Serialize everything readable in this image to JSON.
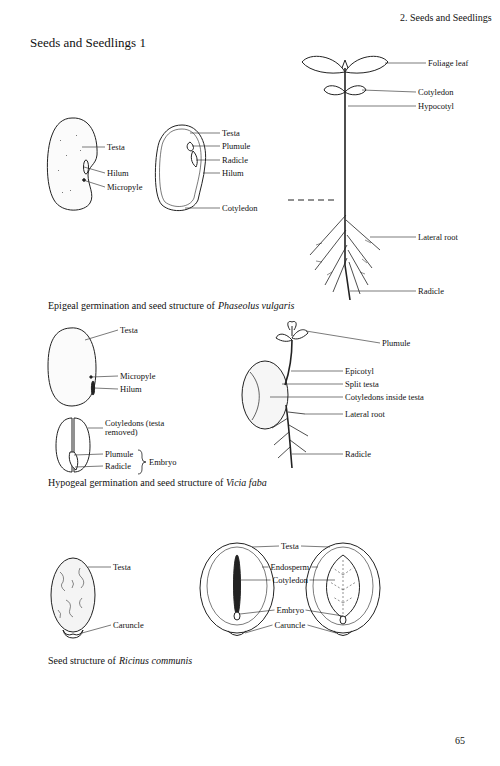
{
  "diagram": {
    "title": "Seeds and Seedlings 1",
    "labels": [
      "2. Seeds and Seedlings",
      "Testa",
      "Hilum",
      "Micropyle",
      "Testa",
      "Plumule",
      "Radicle",
      "Hilum",
      "Cotyledon",
      "Foliage leaf",
      "Cotyledon",
      "Hypocotyl",
      "Lateral root",
      "Radicle",
      "Epigeal germination and seed structure of",
      "Phaseolus vulgaris",
      "Testa",
      "Micropyle",
      "Hilum",
      "Cotyledons (testa removed)",
      "Plumule",
      "Radicle",
      "Embryo",
      "Plumule",
      "Epicotyl",
      "Split testa",
      "Cotyledons inside testa",
      "Lateral root",
      "Radicle",
      "Hypogeal germination and seed structure of",
      "Vicia faba",
      "Testa",
      "Caruncle",
      "Testa",
      "Endosperm",
      "Cotyledon",
      "Embryo",
      "Caruncle",
      "Seed structure of",
      "Ricinus communis",
      "65"
    ]
  }
}
